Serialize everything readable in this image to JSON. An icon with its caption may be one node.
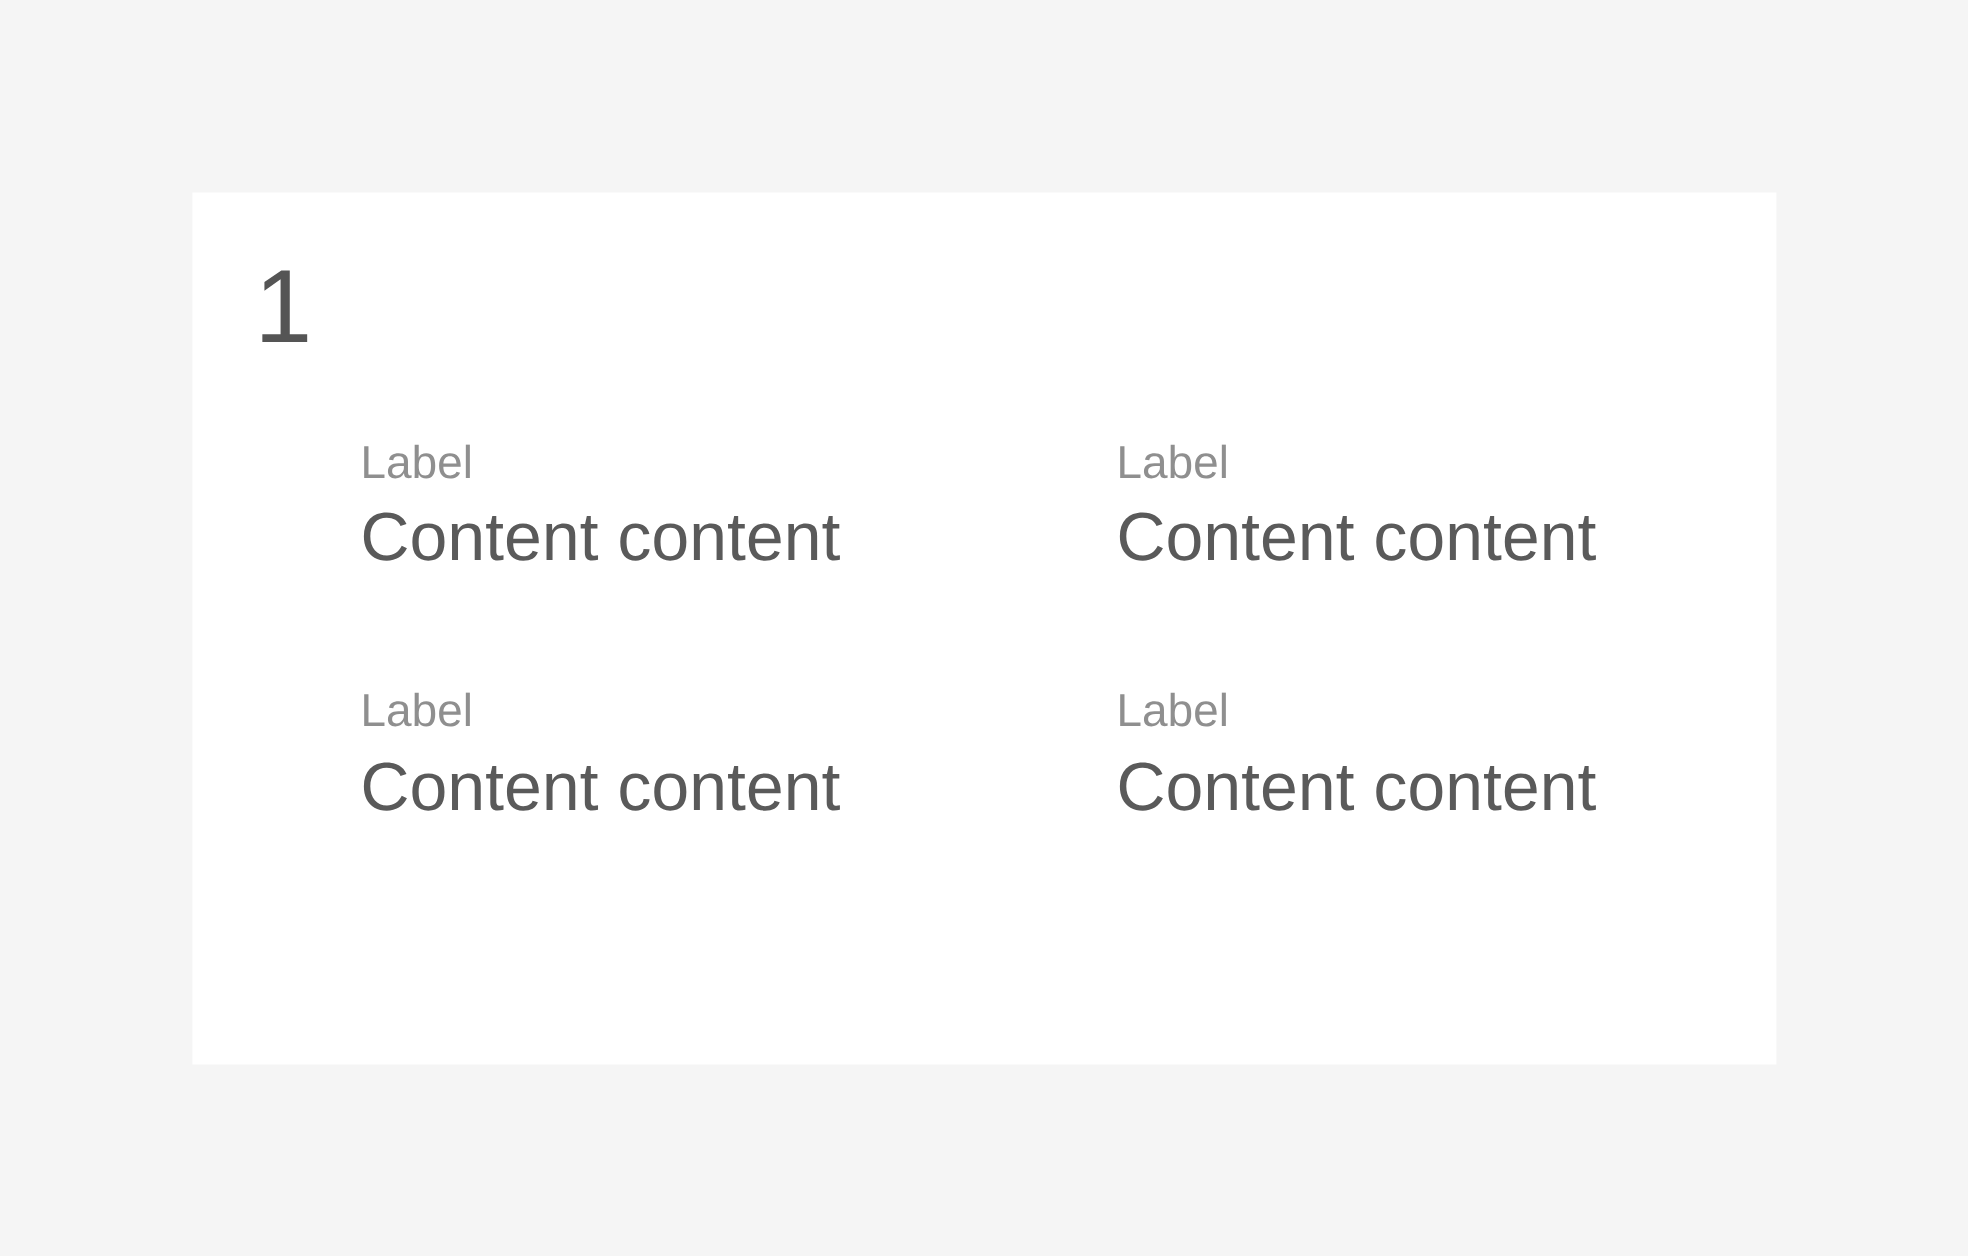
{
  "diagram": {
    "nodes": [
      {
        "text": [
          "1"
        ]
      }
    ],
    "labels": [
      "Label",
      "Content content",
      "Label",
      "Content content",
      "Label",
      "Content content",
      "Label",
      "Content content"
    ]
  }
}
